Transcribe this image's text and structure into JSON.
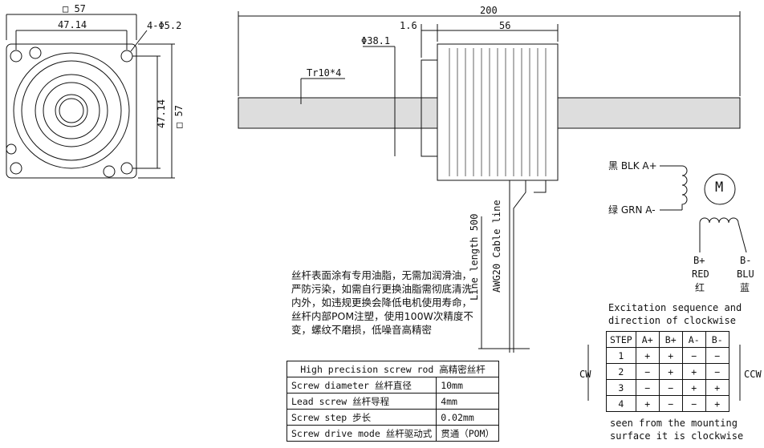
{
  "front_view": {
    "square_top": "□ 57",
    "hole_spacing_top": "47.14",
    "holes": "4-Φ5.2",
    "hole_spacing_side": "47.14",
    "square_side": "□ 57"
  },
  "side_view": {
    "total_length": "200",
    "flange_thickness": "1.6",
    "body_length": "56",
    "boss_diameter": "Φ38.1",
    "thread": "Tr10*4",
    "line_length": "Line length 500",
    "cable": "AWG20 Cable line"
  },
  "wiring": {
    "a_plus": "黑 BLK A+",
    "a_minus": "绿 GRN A-",
    "motor": "M",
    "b_plus": "B+",
    "b_plus_color": "RED",
    "b_plus_cn": "红",
    "b_minus": "B-",
    "b_minus_color": "BLU",
    "b_minus_cn": "蓝"
  },
  "note": [
    "丝杆表面涂有专用油脂，无需加润滑油，严防污染，如需自行更换油脂需彻底清洗内外，如违规更换会降低电机使用寿命，",
    "丝杆内部POM注塑，使用100W次精度不变，螺纹不磨损，低噪音高精密"
  ],
  "spec_table": {
    "title": "High precision screw rod  高精密丝杆",
    "rows": [
      [
        "Screw diameter 丝杆直径",
        "10mm"
      ],
      [
        "Lead screw 丝杆导程",
        "4mm"
      ],
      [
        "Screw step 步长",
        "0.02mm"
      ],
      [
        "Screw drive mode 丝杆驱动式",
        "贯通（POM）"
      ]
    ]
  },
  "excitation": {
    "title1": "Excitation sequence and",
    "title2": "direction of clockwise",
    "headers": [
      "STEP",
      "A+",
      "B+",
      "A-",
      "B-"
    ],
    "rows": [
      [
        "1",
        "+",
        "+",
        "−",
        "−"
      ],
      [
        "2",
        "−",
        "+",
        "+",
        "−"
      ],
      [
        "3",
        "−",
        "−",
        "+",
        "+"
      ],
      [
        "4",
        "+",
        "−",
        "−",
        "+"
      ]
    ],
    "cw": "CW",
    "ccw": "CCW",
    "foot1": "seen from the mounting",
    "foot2": "surface it is clockwise"
  }
}
